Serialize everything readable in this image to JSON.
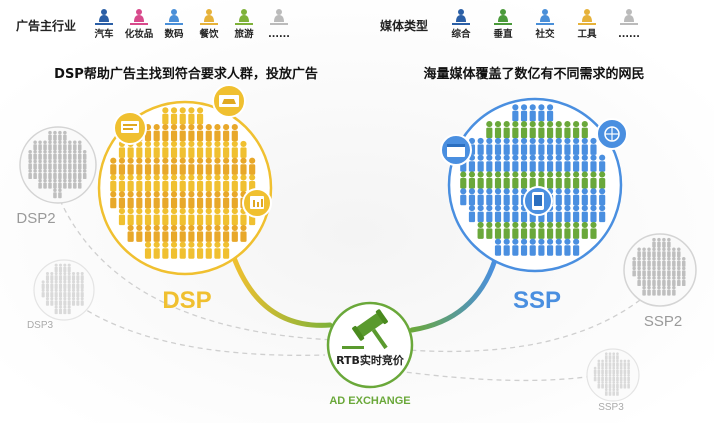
{
  "advertiser": {
    "label": "广告主行业",
    "categories": [
      {
        "label": "汽车",
        "color": "#2b5fa6"
      },
      {
        "label": "化妆品",
        "color": "#d84a8c"
      },
      {
        "label": "数码",
        "color": "#4a8fd8"
      },
      {
        "label": "餐饮",
        "color": "#e6b23a"
      },
      {
        "label": "旅游",
        "color": "#7fb23a"
      },
      {
        "label": "......",
        "color": "#bbbbbb"
      }
    ]
  },
  "media": {
    "label": "媒体类型",
    "categories": [
      {
        "label": "综合",
        "color": "#2b5fa6"
      },
      {
        "label": "垂直",
        "color": "#4a9a3a"
      },
      {
        "label": "社交",
        "color": "#4a8fd8"
      },
      {
        "label": "工具",
        "color": "#e6b23a"
      },
      {
        "label": "......",
        "color": "#bbbbbb"
      }
    ]
  },
  "captions": {
    "dsp": "DSP帮助广告主找到符合要求人群，投放广告",
    "ssp": "海量媒体覆盖了数亿有不同需求的网民"
  },
  "nodes": {
    "dsp": "DSP",
    "ssp": "SSP",
    "dsp2": "DSP2",
    "dsp3": "DSP3",
    "ssp2": "SSP2",
    "ssp3": "SSP3",
    "rtb": "RTB实时竞价",
    "exchange": "AD EXCHANGE"
  },
  "colors": {
    "dsp": "#f0c030",
    "ssp": "#4a8fe0",
    "exchange": "#6aa83a",
    "gray": "#b9b9b9"
  }
}
